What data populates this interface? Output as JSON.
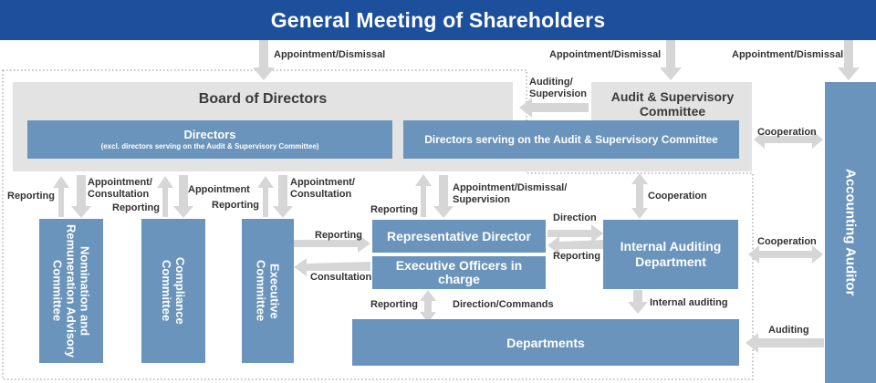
{
  "title": "General Meeting of Shareholders",
  "boxes": {
    "board": "Board of Directors",
    "directors": "Directors",
    "directors_sub": "(excl. directors serving on the Audit & Supervisory Committee)",
    "directors_audit": "Directors serving on the Audit & Supervisory Committee",
    "asc": "Audit & Supervisory Committee",
    "nomination": "Nomination and Remuneration Advisory Committee",
    "compliance": "Compliance Committee",
    "executive": "Executive Committee",
    "rep_director": "Representative Director",
    "exec_officers": "Executive Officers in charge",
    "internal_audit": "Internal Auditing Department",
    "departments": "Departments",
    "accounting_auditor": "Accounting Auditor"
  },
  "labels": {
    "appt1": "Appointment/Dismissal",
    "appt2": "Appointment/Dismissal",
    "appt3": "Appointment/Dismissal",
    "auditing_supervision": "Auditing/ Supervision",
    "cooperation1": "Cooperation",
    "cooperation2": "Cooperation",
    "cooperation3": "Cooperation",
    "reporting1": "Reporting",
    "appt_consult1": "Appointment/ Consultation",
    "reporting2": "Reporting",
    "appointment": "Appointment",
    "reporting3": "Reporting",
    "appt_consult2": "Appointment/ Consultation",
    "reporting4": "Reporting",
    "appt_dismiss_sup": "Appointment/Dismissal/ Supervision",
    "reporting5": "Reporting",
    "consultation": "Consultation",
    "direction": "Direction",
    "reporting6": "Reporting",
    "reporting7": "Reporting",
    "direction_commands": "Direction/Commands",
    "internal_auditing": "Internal auditing",
    "auditing": "Auditing"
  },
  "colors": {
    "header": "#1c4f9c",
    "box": "#6a94bb",
    "board": "#e3e3e3",
    "arrow": "#d6d6d6"
  }
}
